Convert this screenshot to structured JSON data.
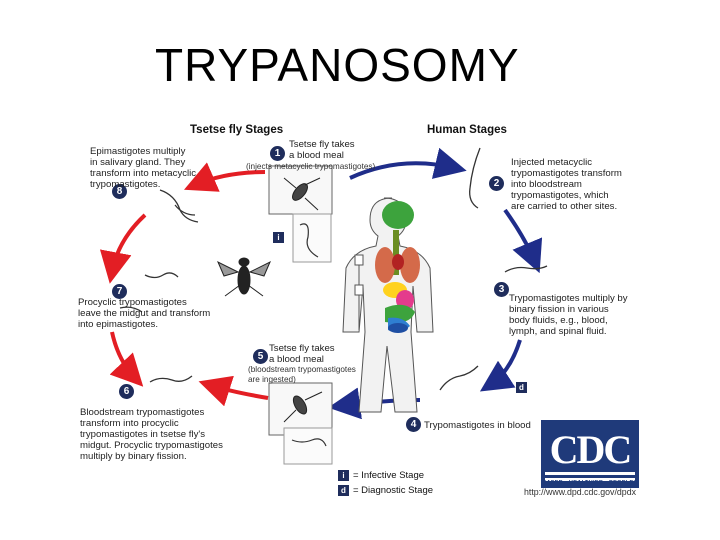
{
  "slide": {
    "title": "TRYPANOSOMY"
  },
  "headers": {
    "tsetse": "Tsetse fly Stages",
    "human": "Human Stages"
  },
  "steps": [
    {
      "num": "1",
      "text": "Tsetse fly takes\na blood meal",
      "note": "(injects metacyclic trypomastigotes)"
    },
    {
      "num": "2",
      "text": "Injected metacyclic\ntrypomastigotes transform\ninto bloodstream\ntrypomastigotes, which\nare carried to other sites."
    },
    {
      "num": "3",
      "text": "Trypomastigotes multiply by\nbinary fission in various\nbody fluids, e.g., blood,\nlymph, and spinal fluid."
    },
    {
      "num": "4",
      "text": "Trypomastigotes in blood"
    },
    {
      "num": "5",
      "text": "Tsetse fly takes\na blood meal",
      "note": "(bloodstream trypomastigotes\nare ingested)"
    },
    {
      "num": "6",
      "text": "Bloodstream trypomastigotes\ntransform into procyclic\ntrypomastigotes in tsetse fly's\nmidgut. Procyclic trypomastigotes\nmultiply by binary fission."
    },
    {
      "num": "7",
      "text": "Procyclic trypomastigotes\nleave the midgut and transform\ninto epimastigotes."
    },
    {
      "num": "8",
      "text": "Epimastigotes multiply\nin salivary gland. They\ntransform into metacyclic\ntrypomastigotes."
    }
  ],
  "markers": {
    "infective": "i",
    "diagnostic": "d"
  },
  "legend": {
    "infective": "= Infective Stage",
    "diagnostic": "= Diagnostic Stage"
  },
  "logo": {
    "letters": "CDC",
    "motto": "SAFER · HEALTHIER · PEOPLE™"
  },
  "url": "http://www.dpd.cdc.gov/dpdx",
  "colors": {
    "red_arrow": "#e31e24",
    "blue_arrow": "#1f2d8a",
    "marker": "#1f2d5c",
    "cdc": "#1f3a7a"
  },
  "icons": [
    "tsetse-fly-icon",
    "human-anatomy-icon",
    "trypanosome-icon",
    "syringe-icon"
  ]
}
